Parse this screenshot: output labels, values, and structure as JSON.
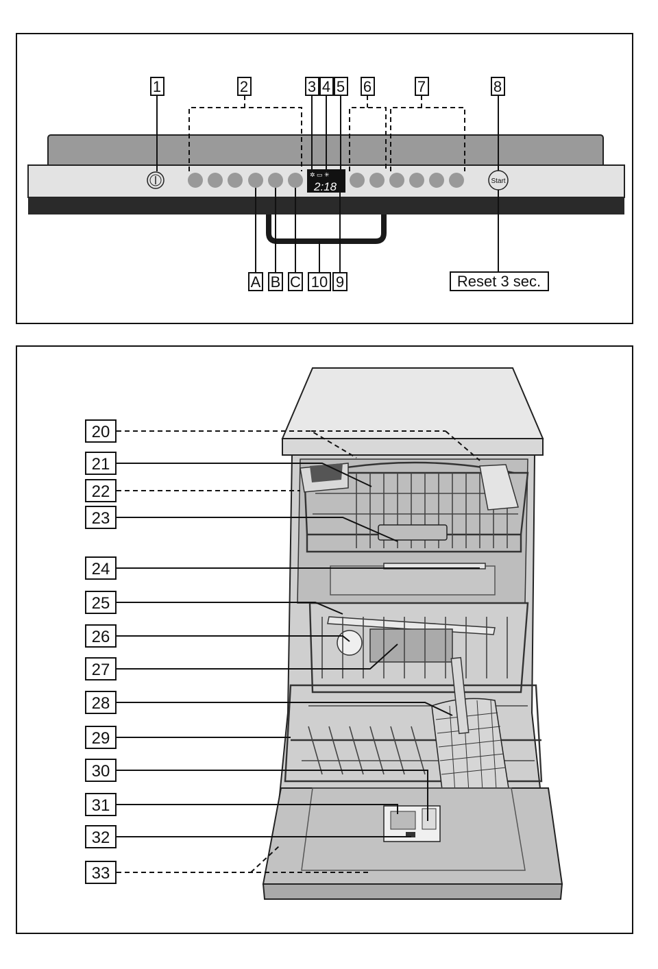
{
  "control_panel": {
    "callouts_top": [
      "1",
      "2",
      "3",
      "4",
      "5",
      "6",
      "7",
      "8"
    ],
    "callouts_bottom": [
      "A",
      "B",
      "C",
      "10",
      "9"
    ],
    "reset_label": "Reset 3 sec.",
    "start_label": "Start",
    "display_value": "2:18"
  },
  "appliance": {
    "callouts": [
      "20",
      "21",
      "22",
      "23",
      "24",
      "25",
      "26",
      "27",
      "28",
      "29",
      "30",
      "31",
      "32",
      "33"
    ]
  }
}
